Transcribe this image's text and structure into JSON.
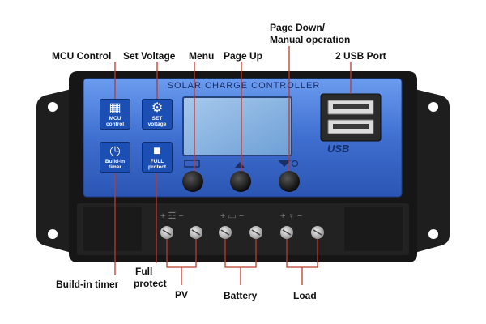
{
  "device": {
    "title": "SOLAR CHARGE CONTROLLER",
    "usb_logo": "USB",
    "icons": [
      {
        "glyph": "▦",
        "label_1": "MCU",
        "label_2": "control"
      },
      {
        "glyph": "⚙",
        "label_1": "SET",
        "label_2": "voltage"
      },
      {
        "glyph": "◷",
        "label_1": "Build-in",
        "label_2": "timer"
      },
      {
        "glyph": "■",
        "label_1": "FULL",
        "label_2": "protect"
      }
    ]
  },
  "callouts": {
    "mcu_control": "MCU Control",
    "set_voltage": "Set Voltage",
    "menu": "Menu",
    "page_up": "Page Up",
    "page_down_1": "Page Down/",
    "page_down_2": "Manual operation",
    "usb_port": "2 USB Port",
    "build_in_timer": "Build-in timer",
    "full_protect_1": "Full",
    "full_protect_2": "protect",
    "pv": "PV",
    "battery": "Battery",
    "load": "Load"
  },
  "colors": {
    "callout_line": "#c0392b",
    "panel_blue": "#3f6fd0",
    "body_dark": "#1b1b1b"
  }
}
